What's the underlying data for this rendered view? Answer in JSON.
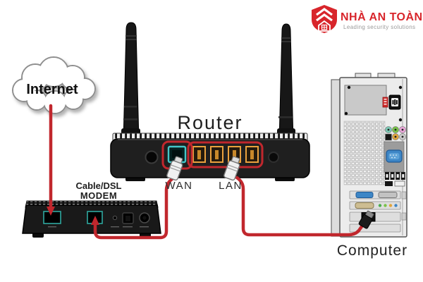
{
  "logo": {
    "brand": "NHÀ AN TOÀN",
    "tagline": "Leading security solutions",
    "brand_color": "#d8252b",
    "icon": "shield-house-icon"
  },
  "diagram": {
    "cable_color": "#c1272d",
    "internet": {
      "label": "Internet"
    },
    "modem": {
      "label_line1": "Cable/DSL",
      "label_line2": "MODEM"
    },
    "router": {
      "label": "Router",
      "ports": {
        "wan": {
          "label": "WAN",
          "color": "#45c6c8"
        },
        "lan": {
          "label": "LAN",
          "color": "#eaa13e",
          "count": 4
        }
      }
    },
    "computer": {
      "label": "Computer"
    },
    "connections": [
      {
        "from": "Internet",
        "to": "Cable/DSL MODEM"
      },
      {
        "from": "Cable/DSL MODEM",
        "to": "Router WAN port"
      },
      {
        "from": "Router LAN port",
        "to": "Computer"
      }
    ]
  }
}
